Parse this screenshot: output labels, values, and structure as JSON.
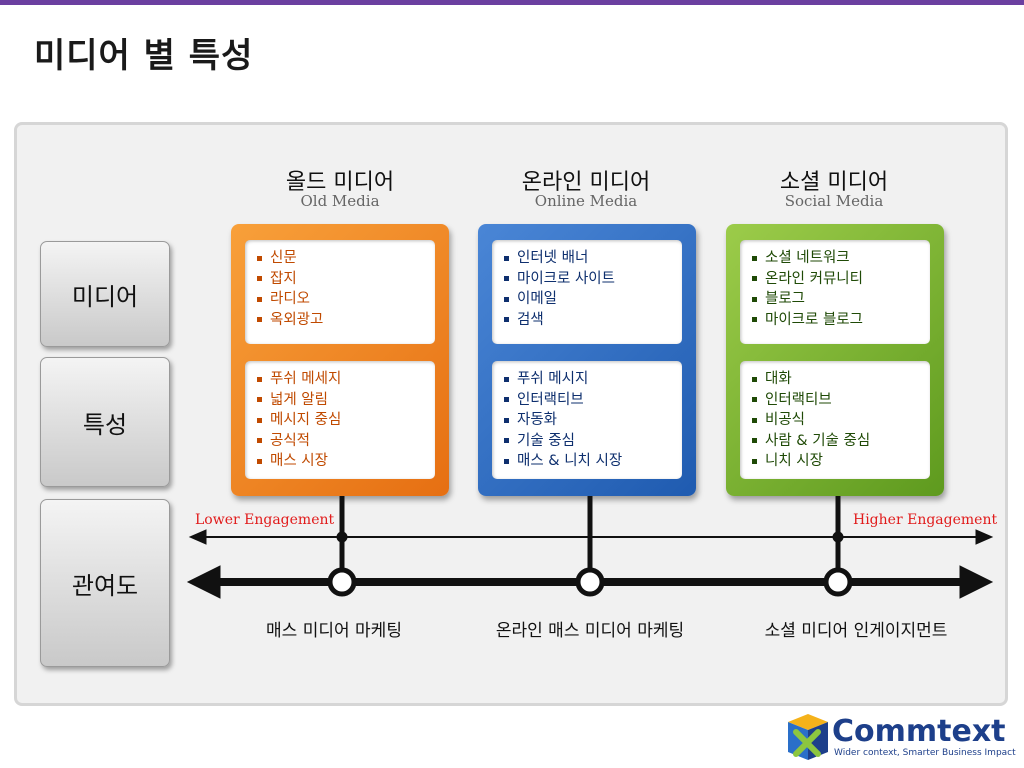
{
  "title": "미디어 별 특성",
  "row_labels": [
    "미디어",
    "특성",
    "관여도"
  ],
  "columns": [
    {
      "title": "올드 미디어",
      "subtitle": "Old Media",
      "media": [
        "신문",
        "잡지",
        "라디오",
        "옥외광고"
      ],
      "traits": [
        "푸쉬 메세지",
        "넓게 알림",
        "메시지 중심",
        "공식적",
        "매스 시장"
      ]
    },
    {
      "title": "온라인 미디어",
      "subtitle": "Online Media",
      "media": [
        "인터넷 배너",
        "마이크로 사이트",
        "이메일",
        "검색"
      ],
      "traits": [
        "푸쉬 메시지",
        "인터랙티브",
        "자동화",
        "기술 중심",
        "매스 & 니치 시장"
      ]
    },
    {
      "title": "소셜 미디어",
      "subtitle": "Social Media",
      "media": [
        "소셜 네트워크",
        "온라인 커뮤니티",
        "블로그",
        "마이크로 블로그"
      ],
      "traits": [
        "대화",
        "인터랙티브",
        "비공식",
        "사람 & 기술 중심",
        "니치 시장"
      ]
    }
  ],
  "engagement": {
    "low": "Lower Engagement",
    "high": "Higher Engagement"
  },
  "bottom_labels": [
    "매스 미디어 마케팅",
    "온라인 매스 미디어 마케팅",
    "소셜 미디어 인게이지먼트"
  ],
  "logo": {
    "name": "Commtext",
    "tagline": "Wider context, Smarter Business Impact"
  },
  "colors": {
    "old": "#e87a1c",
    "online": "#2f6cc4",
    "social": "#7bb233",
    "accent_red": "#e11b1b",
    "top_bar": "#6b3fa0"
  }
}
